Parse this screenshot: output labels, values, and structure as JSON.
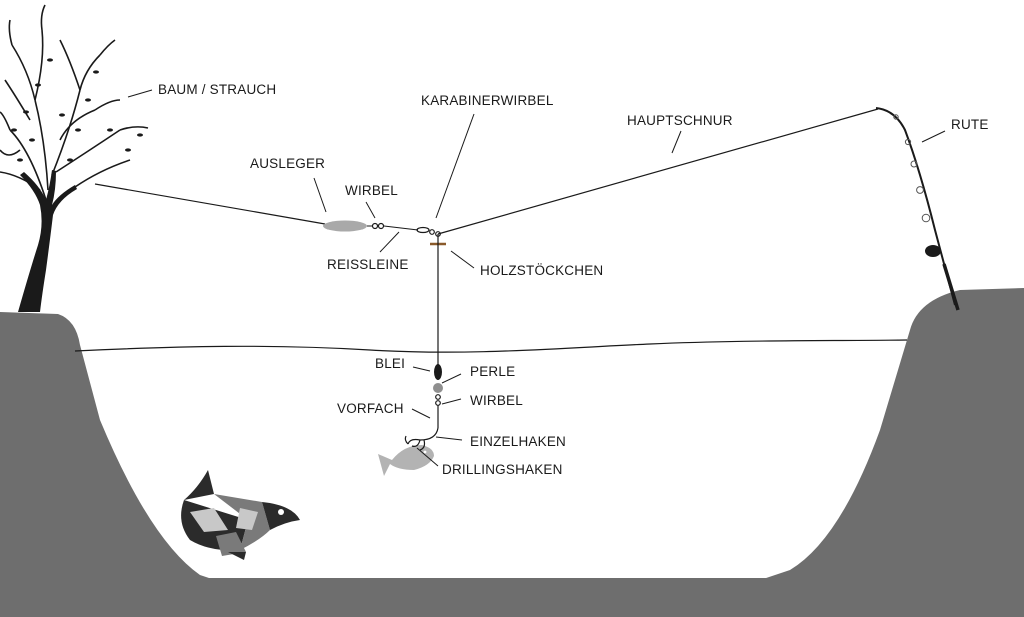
{
  "labels": {
    "tree": "BAUM / STRAUCH",
    "outrigger": "AUSLEGER",
    "swivel_top": "WIRBEL",
    "release_line": "REISSLEINE",
    "snap_swivel": "KARABINERWIRBEL",
    "main_line": "HAUPTSCHNUR",
    "rod": "RUTE",
    "wood_stick": "HOLZSTÖCKCHEN",
    "sinker": "BLEI",
    "bead": "PERLE",
    "swivel_bottom": "WIRBEL",
    "leader": "VORFACH",
    "single_hook": "EINZELHAKEN",
    "treble_hook": "DRILLINGSHAKEN"
  },
  "colors": {
    "ground": "#6e6e6e",
    "line": "#1a1a1a",
    "outrigger": "#a9a9a9",
    "bait_fish": "#b3b3b3",
    "wood_stick": "#8a5a2b",
    "pike_dark": "#2b2b2b",
    "pike_mid": "#7a7a7a",
    "pike_light": "#c8c8c8"
  }
}
